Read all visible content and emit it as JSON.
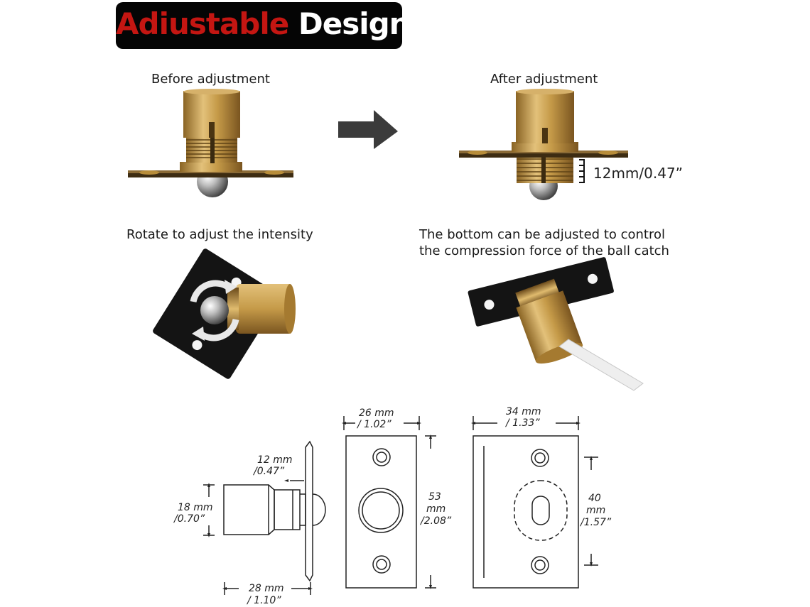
{
  "banner": {
    "word_red": "Adiustable",
    "word_white": "Design",
    "colors": {
      "red": "#c41612",
      "white": "#ffffff",
      "background": "#050505"
    }
  },
  "panels": {
    "before": {
      "label": "Before adjustment"
    },
    "after": {
      "label": "After adjustment",
      "measurement": "12mm/0.47”"
    },
    "rotate": {
      "label": "Rotate to adjust the intensity"
    },
    "bottom": {
      "label_line1": "The bottom can be adjusted to control",
      "label_line2": "the compression force of the ball catch"
    }
  },
  "drawing": {
    "depth": {
      "mm": "12  mm",
      "inch": "/0.47”"
    },
    "diameter": {
      "mm": "18  mm",
      "inch": "/0.70”"
    },
    "length": {
      "mm": "28  mm",
      "inch": "/ 1.10”"
    },
    "plate_width": {
      "mm": "26  mm",
      "inch": "/ 1.02”"
    },
    "plate_height": {
      "value": "53",
      "unit": "mm",
      "inch": "/2.08”"
    },
    "strike_width": {
      "mm": "34  mm",
      "inch": "/ 1.33”"
    },
    "strike_height": {
      "value": "40",
      "unit": "mm",
      "inch": "/1.57”"
    }
  },
  "icons": [
    "arrow-right-icon",
    "rotate-arrows-icon",
    "screwdriver-icon"
  ],
  "colors": {
    "brass": "#b88d3a",
    "brass_light": "#e3c17a",
    "plate": "#141414",
    "chrome": "#c9c9c9"
  }
}
